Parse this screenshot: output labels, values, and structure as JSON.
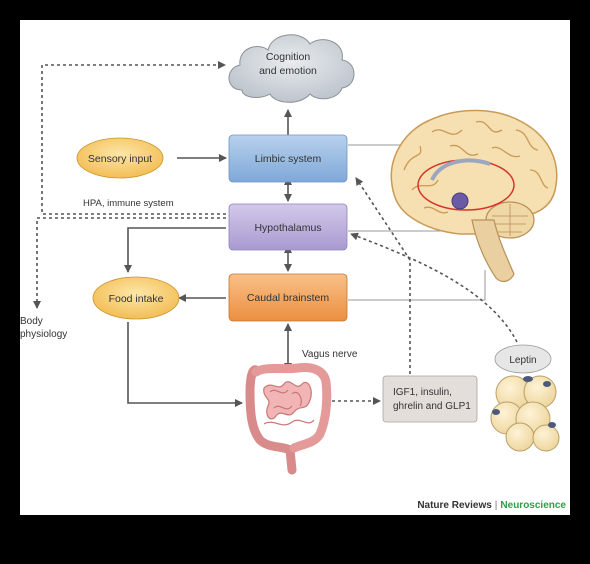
{
  "nodes": {
    "cognition": "Cognition and emotion",
    "cognition_line1": "Cognition",
    "cognition_line2": "and emotion",
    "sensory": "Sensory input",
    "limbic": "Limbic system",
    "hypothalamus": "Hypothalamus",
    "brainstem": "Caudal brainstem",
    "food": "Food intake",
    "hormones_line1": "IGF1, insulin,",
    "hormones_line2": "ghrelin and GLP1",
    "leptin": "Leptin"
  },
  "labels": {
    "hpa": "HPA, immune system",
    "body_line1": "Body",
    "body_line2": "physiology",
    "vagus": "Vagus nerve"
  },
  "credit": {
    "journal": "Nature Reviews",
    "section": "Neuroscience"
  },
  "colors": {
    "limbic_blue": "#8fb4dd",
    "hypothalamus_purple": "#b7a9d6",
    "brainstem_orange": "#f0a25c",
    "oval_yellow": "#f7c96c",
    "cloud_grey": "#c7ccd2",
    "gut_pink": "#f0a7a7",
    "hormone_box": "#e2dcd9",
    "section_green": "#2e9e48"
  },
  "icons": [
    "brain-illustration",
    "intestine-illustration",
    "fat-cells-illustration"
  ]
}
